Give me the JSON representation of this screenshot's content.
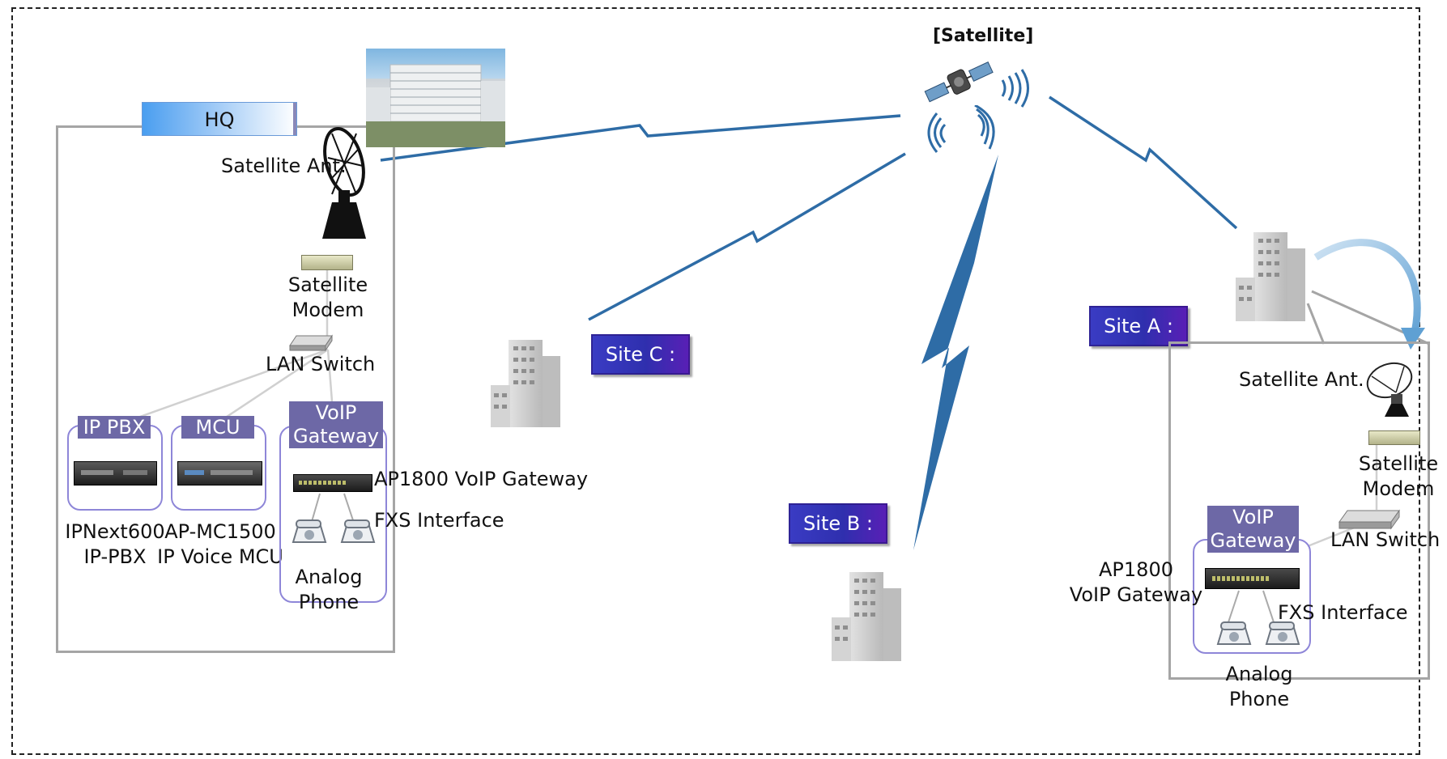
{
  "satellite": {
    "title": "[Satellite]"
  },
  "hq": {
    "tag": "HQ",
    "satellite_ant": "Satellite Ant.",
    "satellite_modem": "Satellite\nModem",
    "lan_switch": "LAN Switch",
    "ip_pbx_tag": "IP PBX",
    "mcu_tag": "MCU",
    "voip_gateway_tag": "VoIP\nGateway",
    "ip_pbx_label": "IPNext600\nIP-PBX",
    "mcu_label": "AP-MC1500\nIP Voice MCU",
    "gateway_label": "AP1800 VoIP Gateway",
    "fxs_label": "FXS Interface",
    "phone_label": "Analog\nPhone"
  },
  "sites": {
    "a": "Site A :",
    "b": "Site B :",
    "c": "Site C :"
  },
  "site_a": {
    "satellite_ant": "Satellite Ant.",
    "satellite_modem": "Satellite\nModem",
    "lan_switch": "LAN Switch",
    "voip_gateway_tag": "VoIP\nGateway",
    "gateway_label": "AP1800\nVoIP Gateway",
    "fxs_label": "FXS Interface",
    "phone_label": "Analog\nPhone"
  }
}
